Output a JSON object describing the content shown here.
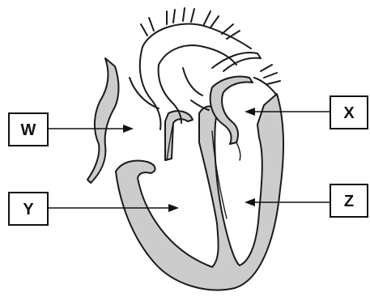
{
  "labels": {
    "w": "W",
    "x": "X",
    "y": "Y",
    "z": "Z"
  },
  "colors": {
    "muscle_fill": "#cccccc",
    "outline": "#1a1a1a",
    "background": "#ffffff"
  }
}
